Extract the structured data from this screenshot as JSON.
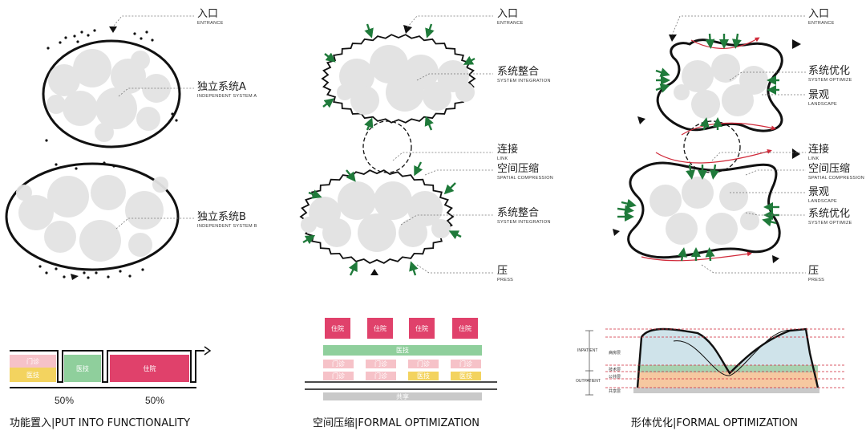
{
  "colors": {
    "ward": "#e0416b",
    "medtech": "#8fcf9c",
    "clinic": "#f6c2c8",
    "medical": "#f3d35f",
    "shared": "#c9c9c9",
    "arrow": "#1f7a3a",
    "path": "#d02a3a"
  },
  "panel1": {
    "entrance": {
      "cn": "入口",
      "en": "ENTRANCE"
    },
    "system_a": {
      "cn": "独立系统A",
      "en": "INDEPENDENT SYSTEM A"
    },
    "system_b": {
      "cn": "独立系统B",
      "en": "INDEPENDENT SYSTEM B"
    },
    "bar": {
      "clinic": "门诊",
      "medical": "医技",
      "medtech": "医技",
      "ward": "住院"
    },
    "pct_left": "50%",
    "pct_right": "50%",
    "caption": "功能置入|PUT INTO FUNCTIONALITY"
  },
  "panel2": {
    "entrance": {
      "cn": "入口",
      "en": "ENTRANCE"
    },
    "integration_top": {
      "cn": "系统整合",
      "en": "SYSTEM INTEGRATION"
    },
    "link": {
      "cn": "连接",
      "en": "LINK"
    },
    "compression": {
      "cn": "空间压缩",
      "en": "SPATIAL COMPRESSION"
    },
    "integration_bottom": {
      "cn": "系统整合",
      "en": "SYSTEM INTEGRATION"
    },
    "press": {
      "cn": "压",
      "en": "PRESS"
    },
    "bar": {
      "ward": "住院",
      "medtech": "医技",
      "clinic": "门诊",
      "medical": "医技",
      "shared": "共享"
    },
    "caption": "空间压缩|FORMAL OPTIMIZATION"
  },
  "panel3": {
    "entrance": {
      "cn": "入口",
      "en": "ENTRANCE"
    },
    "optimize_top": {
      "cn": "系统优化",
      "en": "SYSTEM OPTIMIZE"
    },
    "landscape_top": {
      "cn": "景观",
      "en": "LANDSCAPE"
    },
    "link": {
      "cn": "连接",
      "en": "LINK"
    },
    "compression": {
      "cn": "空间压缩",
      "en": "SPATIAL COMPRESSION"
    },
    "landscape_bottom": {
      "cn": "景观",
      "en": "LANDSCAPE"
    },
    "optimize_bottom": {
      "cn": "系统优化",
      "en": "SYSTEM OPTIMIZE"
    },
    "press": {
      "cn": "压",
      "en": "PRESS"
    },
    "section": {
      "inpatient": "INPATIENT",
      "outpatient": "OUTPATIENT",
      "ward_floor": "病房层",
      "tech_floor": "技术层",
      "public_floor": "公共层",
      "shared_floor": "共享层"
    },
    "caption": "形体优化|FORMAL OPTIMIZATION"
  }
}
